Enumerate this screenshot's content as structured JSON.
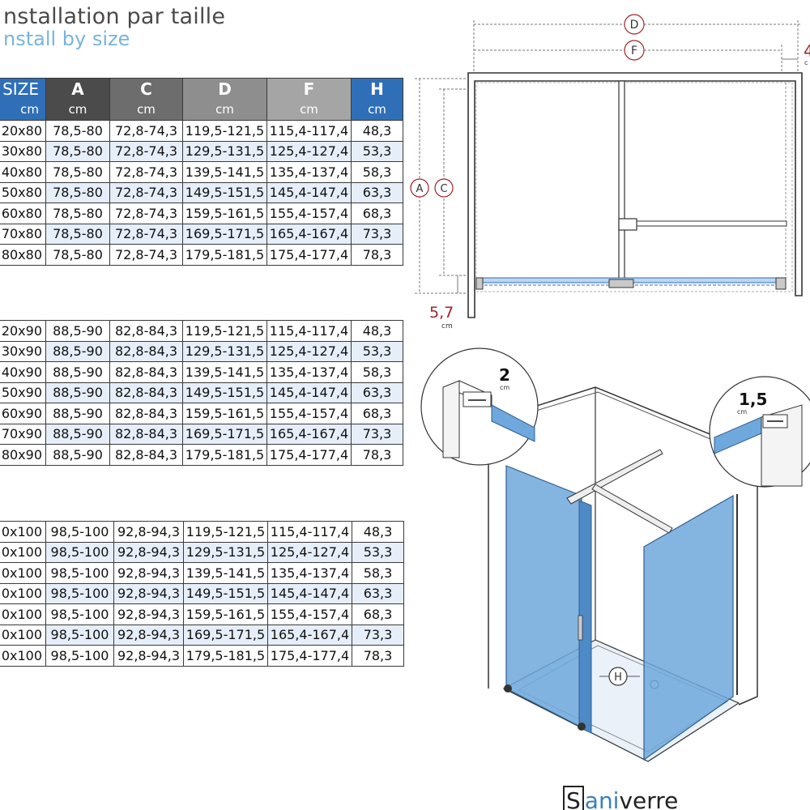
{
  "title_fr": "nstallation par taille",
  "title_en": "nstall by size",
  "headers": [
    {
      "label": "SIZE",
      "unit": "cm"
    },
    {
      "label": "A",
      "unit": "cm"
    },
    {
      "label": "C",
      "unit": "cm"
    },
    {
      "label": "D",
      "unit": "cm"
    },
    {
      "label": "F",
      "unit": "cm"
    },
    {
      "label": "H",
      "unit": "cm"
    }
  ],
  "table80": [
    [
      "20x80",
      "78,5-80",
      "72,8-74,3",
      "119,5-121,5",
      "115,4-117,4",
      "48,3"
    ],
    [
      "30x80",
      "78,5-80",
      "72,8-74,3",
      "129,5-131,5",
      "125,4-127,4",
      "53,3"
    ],
    [
      "40x80",
      "78,5-80",
      "72,8-74,3",
      "139,5-141,5",
      "135,4-137,4",
      "58,3"
    ],
    [
      "50x80",
      "78,5-80",
      "72,8-74,3",
      "149,5-151,5",
      "145,4-147,4",
      "63,3"
    ],
    [
      "60x80",
      "78,5-80",
      "72,8-74,3",
      "159,5-161,5",
      "155,4-157,4",
      "68,3"
    ],
    [
      "70x80",
      "78,5-80",
      "72,8-74,3",
      "169,5-171,5",
      "165,4-167,4",
      "73,3"
    ],
    [
      "80x80",
      "78,5-80",
      "72,8-74,3",
      "179,5-181,5",
      "175,4-177,4",
      "78,3"
    ]
  ],
  "table90": [
    [
      "20x90",
      "88,5-90",
      "82,8-84,3",
      "119,5-121,5",
      "115,4-117,4",
      "48,3"
    ],
    [
      "30x90",
      "88,5-90",
      "82,8-84,3",
      "129,5-131,5",
      "125,4-127,4",
      "53,3"
    ],
    [
      "40x90",
      "88,5-90",
      "82,8-84,3",
      "139,5-141,5",
      "135,4-137,4",
      "58,3"
    ],
    [
      "50x90",
      "88,5-90",
      "82,8-84,3",
      "149,5-151,5",
      "145,4-147,4",
      "63,3"
    ],
    [
      "60x90",
      "88,5-90",
      "82,8-84,3",
      "159,5-161,5",
      "155,4-157,4",
      "68,3"
    ],
    [
      "70x90",
      "88,5-90",
      "82,8-84,3",
      "169,5-171,5",
      "165,4-167,4",
      "73,3"
    ],
    [
      "80x90",
      "88,5-90",
      "82,8-84,3",
      "179,5-181,5",
      "175,4-177,4",
      "78,3"
    ]
  ],
  "table100": [
    [
      "0x100",
      "98,5-100",
      "92,8-94,3",
      "119,5-121,5",
      "115,4-117,4",
      "48,3"
    ],
    [
      "0x100",
      "98,5-100",
      "92,8-94,3",
      "129,5-131,5",
      "125,4-127,4",
      "53,3"
    ],
    [
      "0x100",
      "98,5-100",
      "92,8-94,3",
      "139,5-141,5",
      "135,4-137,4",
      "58,3"
    ],
    [
      "0x100",
      "98,5-100",
      "92,8-94,3",
      "149,5-151,5",
      "145,4-147,4",
      "63,3"
    ],
    [
      "0x100",
      "98,5-100",
      "92,8-94,3",
      "159,5-161,5",
      "155,4-157,4",
      "68,3"
    ],
    [
      "0x100",
      "98,5-100",
      "92,8-94,3",
      "169,5-171,5",
      "165,4-167,4",
      "73,3"
    ],
    [
      "0x100",
      "98,5-100",
      "92,8-94,3",
      "179,5-181,5",
      "175,4-177,4",
      "78,3"
    ]
  ],
  "plan": {
    "label_d": "D",
    "label_f": "F",
    "label_a": "A",
    "label_c": "C",
    "offset_value": "5,7",
    "offset_unit": "cm",
    "top_right_value": "4",
    "top_right_unit": "c"
  },
  "iso": {
    "callout_left_value": "2",
    "callout_left_unit": "cm",
    "callout_right_value": "1,5",
    "callout_right_unit": "cm",
    "label_h": "H"
  },
  "logo": {
    "s": "S",
    "ani": "ani",
    "rest": "verre"
  },
  "colors": {
    "header_blue": "#2f6fb8",
    "row_alt": "#e6eefa",
    "glass": "#6fa8dc",
    "title_blue": "#78b4dc",
    "dim_red": "#a0262a"
  }
}
